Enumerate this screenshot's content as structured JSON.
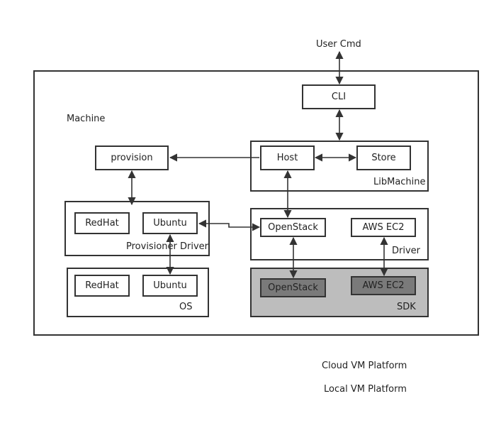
{
  "labels": {
    "user_cmd": "User Cmd",
    "machine": "Machine",
    "cli": "CLI",
    "provision": "provision",
    "host": "Host",
    "store": "Store",
    "libmachine": "LibMachine",
    "redhat": "RedHat",
    "ubuntu": "Ubuntu",
    "provisioner_driver": "Provisioner Driver",
    "openstack": "OpenStack",
    "aws_ec2": "AWS EC2",
    "driver": "Driver",
    "os": "OS",
    "sdk": "SDK",
    "cloud_vm_platform": "Cloud VM Platform",
    "local_vm_platform": "Local VM Platform"
  },
  "colors": {
    "line": "#333333",
    "sdk_background": "#bdbdbd",
    "sdk_item_background": "#7a7a7a"
  }
}
